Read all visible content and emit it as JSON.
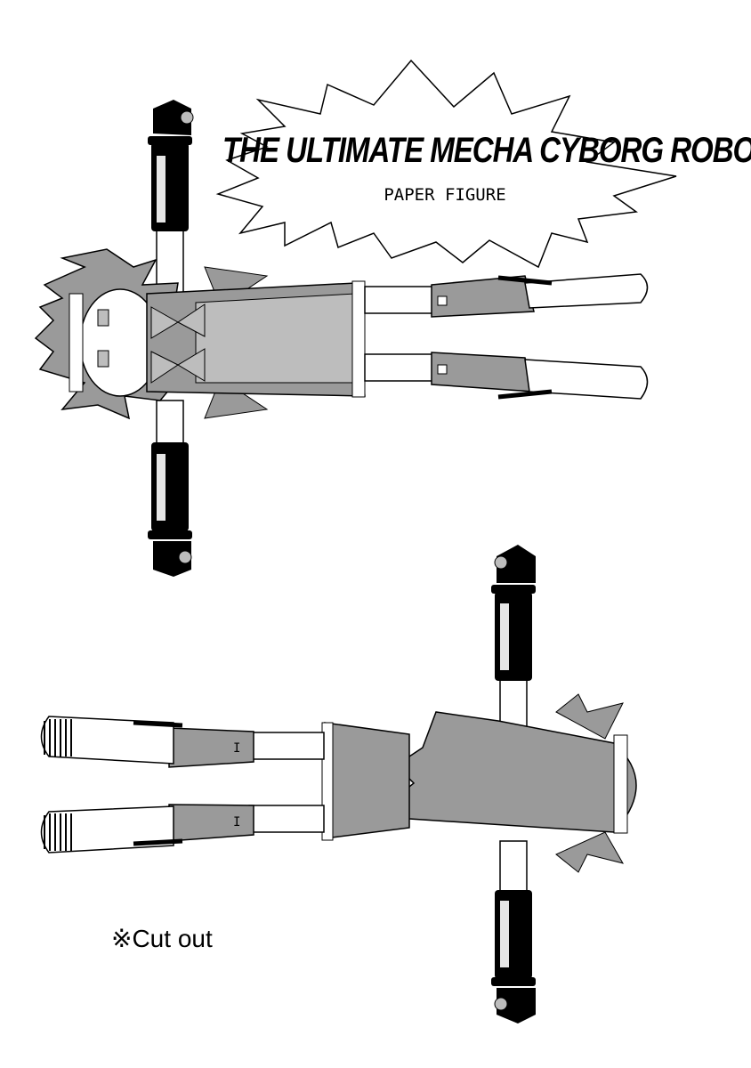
{
  "title": "THE ULTIMATE MECHA CYBORG ROBOT",
  "subtitle": "PAPER FIGURE",
  "note": "※Cut out",
  "figures": {
    "front": "figure-front-view",
    "back": "figure-back-view"
  },
  "colors": {
    "ink": "#000000",
    "tone": "#9a9a9a",
    "light_tone": "#bdbdbd",
    "paper": "#ffffff"
  }
}
